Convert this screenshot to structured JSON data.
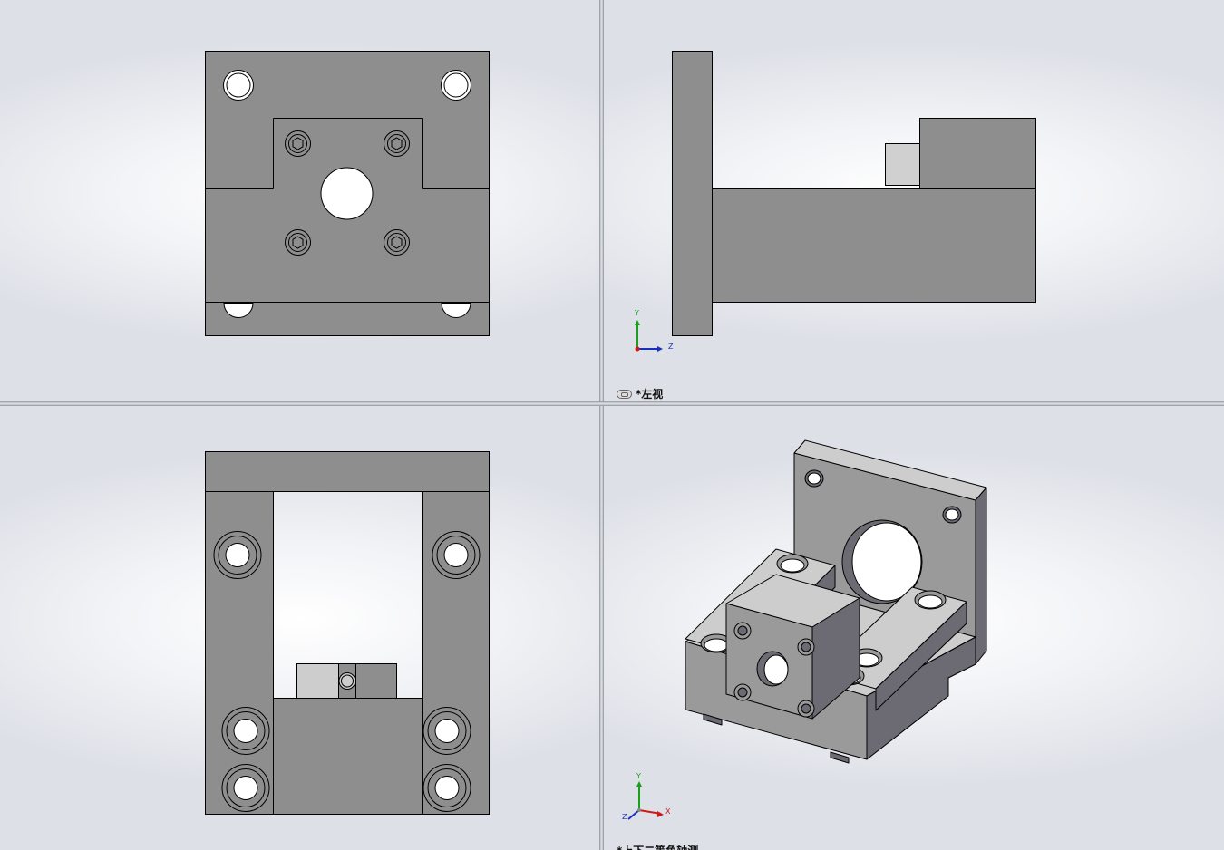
{
  "viewports": {
    "top_left": {
      "view": "front"
    },
    "top_right": {
      "view": "left",
      "label": "*左视"
    },
    "bottom_left": {
      "view": "top"
    },
    "bottom_right": {
      "view": "trimetric",
      "label": "*上下二等角轴测"
    }
  },
  "triad": {
    "y": "Y",
    "z": "Z",
    "x": "X"
  },
  "colors": {
    "part_face": "#8e8e8e",
    "part_light": "#cdcdcd",
    "part_dark": "#6c6a73",
    "edge": "#000000",
    "axis_x": "#d01818",
    "axis_y": "#18a018",
    "axis_z": "#1830c0"
  }
}
